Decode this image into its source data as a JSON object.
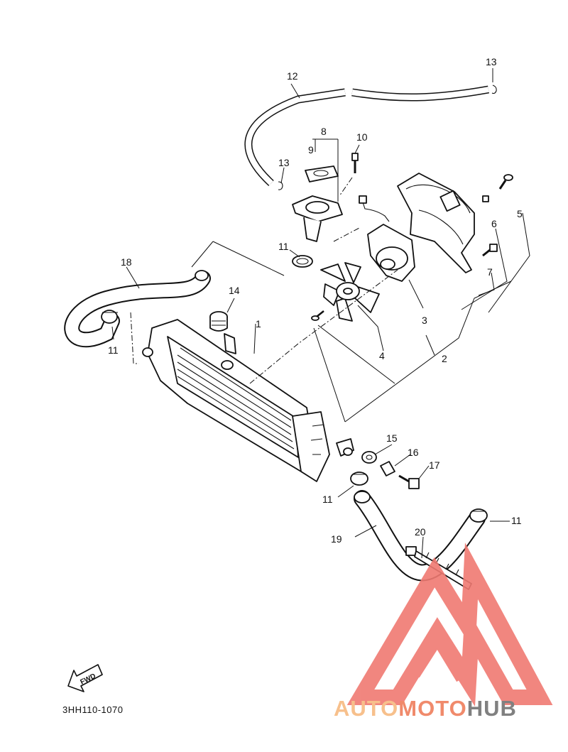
{
  "diagram": {
    "part_labels": [
      "1",
      "2",
      "3",
      "4",
      "5",
      "6",
      "7",
      "8",
      "9",
      "10",
      "11",
      "12",
      "13",
      "14",
      "15",
      "16",
      "17",
      "18",
      "19",
      "20"
    ],
    "fwd_text": "FWD",
    "diagram_code": "3HH110-1070"
  },
  "watermark": {
    "brand_auto": "AUTO",
    "brand_moto": "MOTO",
    "brand_hub": "HUB",
    "color_auto": "#f7c08c",
    "color_moto": "#f08a6b",
    "color_hub": "#808080",
    "logo_color": "#f07a72"
  }
}
